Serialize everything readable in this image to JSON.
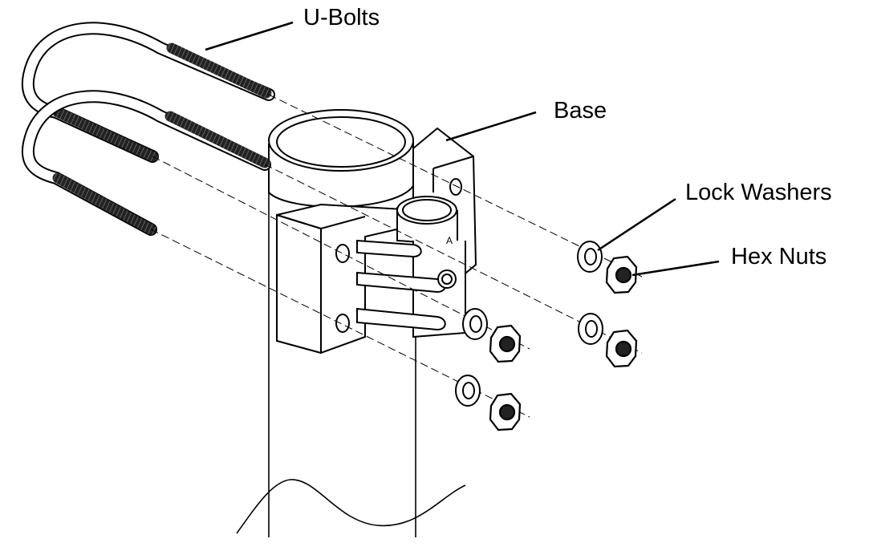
{
  "diagram": {
    "labels": {
      "u_bolts": "U-Bolts",
      "base": "Base",
      "lock_washers": "Lock Washers",
      "hex_nuts": "Hex Nuts"
    },
    "parts": [
      "pole",
      "base",
      "u-bolt",
      "u-bolt",
      "lock-washer",
      "lock-washer",
      "lock-washer",
      "lock-washer",
      "hex-nut",
      "hex-nut",
      "hex-nut",
      "hex-nut"
    ]
  }
}
